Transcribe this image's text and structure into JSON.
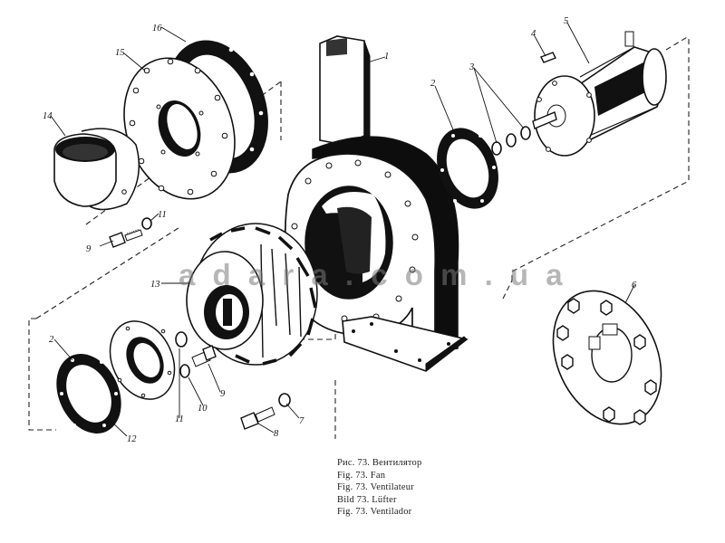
{
  "watermark": "a d a r a . c o m . u a",
  "callouts": [
    {
      "id": "c1",
      "text": "1"
    },
    {
      "id": "c2a",
      "text": "2"
    },
    {
      "id": "c2b",
      "text": "2"
    },
    {
      "id": "c3",
      "text": "3"
    },
    {
      "id": "c4",
      "text": "4"
    },
    {
      "id": "c5",
      "text": "5"
    },
    {
      "id": "c6",
      "text": "6"
    },
    {
      "id": "c7",
      "text": "7"
    },
    {
      "id": "c8",
      "text": "8"
    },
    {
      "id": "c9a",
      "text": "9"
    },
    {
      "id": "c9b",
      "text": "9"
    },
    {
      "id": "c10",
      "text": "10"
    },
    {
      "id": "c11a",
      "text": "11"
    },
    {
      "id": "c11b",
      "text": "11"
    },
    {
      "id": "c12",
      "text": "12"
    },
    {
      "id": "c13",
      "text": "13"
    },
    {
      "id": "c14",
      "text": "14"
    },
    {
      "id": "c15",
      "text": "15"
    },
    {
      "id": "c16",
      "text": "16"
    }
  ],
  "captions": [
    "Рис. 73. Вентилятор",
    "Fig. 73. Fan",
    "Fig. 73. Ventilateur",
    "Bild 73. Lüfter",
    "Fig. 73. Ventilador"
  ]
}
